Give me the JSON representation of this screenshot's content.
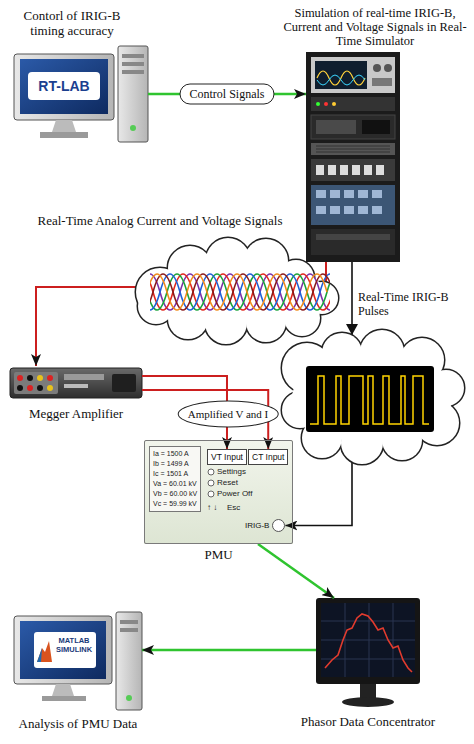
{
  "diagram": {
    "nodes": [
      {
        "text": [
          "Contorl of IRIG-B timing accuracy",
          "RT-LAB"
        ]
      },
      {
        "text": [
          "Simulation of real-time IRIG-B, Current and Voltage Signals in Real-Time Simulator"
        ]
      },
      {
        "text": [
          "Megger Amplifier"
        ]
      },
      {
        "text": [
          "PMU"
        ]
      },
      {
        "text": [
          "Ia = 1500 A",
          "Ib = 1499 A",
          "Ic = 1501 A",
          "Va = 60.01 kV",
          "Vb = 60.00 kV",
          "Vc = 59.99 kV"
        ],
        "in": 3
      },
      {
        "text": [
          "VT Input"
        ],
        "in": 3
      },
      {
        "text": [
          "CT Input"
        ],
        "in": 3
      },
      {
        "text": [
          "IRIG-B"
        ],
        "in": 3
      },
      {
        "text": [
          "Phasor Data Concentrator"
        ]
      },
      {
        "text": [
          "MATLAB SIMULINK",
          "Analysis of PMU Data"
        ]
      }
    ],
    "edges": [
      {
        "from": 0,
        "to": 1,
        "arrow": "to",
        "label": "Control Signals"
      },
      {
        "from": 1,
        "to": 2,
        "arrow": "to",
        "label": "Real-Time Analog Current and Voltage Signals"
      },
      {
        "from": 1,
        "to": 7,
        "arrow": "to",
        "label": "Real-Time IRIG-B Pulses"
      },
      {
        "from": 2,
        "to": 5,
        "arrow": "to",
        "label": "Amplified V and I"
      },
      {
        "from": 2,
        "to": 6,
        "arrow": "to"
      },
      {
        "from": 3,
        "to": 8,
        "arrow": "to"
      },
      {
        "from": 8,
        "to": 9,
        "arrow": "to"
      }
    ],
    "labels": [
      "Settings",
      "Reset",
      "Power Off",
      "↑ ↓",
      "Esc"
    ]
  }
}
